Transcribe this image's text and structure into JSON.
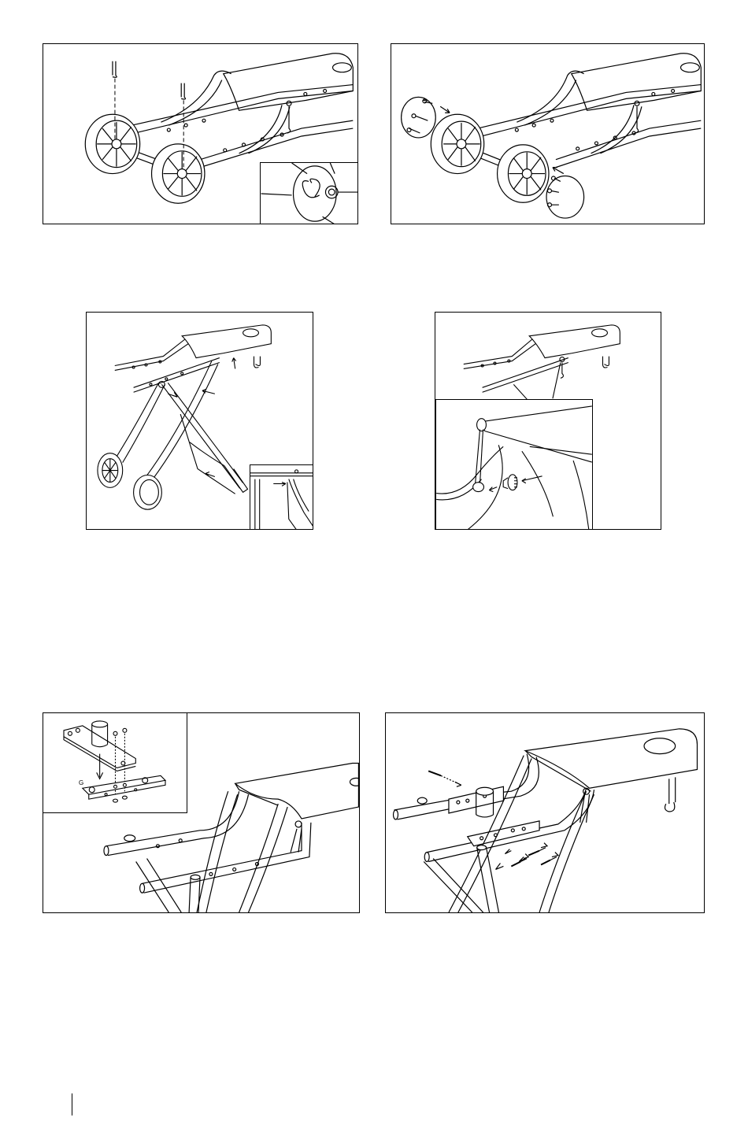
{
  "figures": [
    {
      "id": "fig-wheels-clips"
    },
    {
      "id": "fig-hubcaps"
    },
    {
      "id": "fig-cart-unfolded"
    },
    {
      "id": "fig-pin-knob"
    },
    {
      "id": "fig-bracket-assembly",
      "inset_label": "G"
    },
    {
      "id": "fig-bracket-mounted"
    }
  ],
  "icons": [
    "cotter-pin-icon",
    "wheel-icon",
    "hubcap-icon",
    "arrow-icon",
    "bolt-icon",
    "nut-icon",
    "hook-icon"
  ]
}
